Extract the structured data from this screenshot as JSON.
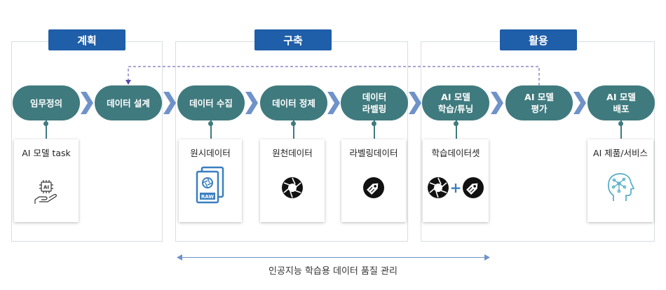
{
  "phases": [
    {
      "label": "계획"
    },
    {
      "label": "구축"
    },
    {
      "label": "활용"
    }
  ],
  "steps": [
    {
      "lines": [
        "임무정의"
      ]
    },
    {
      "lines": [
        "데이터 설계"
      ]
    },
    {
      "lines": [
        "데이터 수집"
      ]
    },
    {
      "lines": [
        "데이터 정제"
      ]
    },
    {
      "lines": [
        "데이터",
        "라벨링"
      ]
    },
    {
      "lines": [
        "AI 모델",
        "학습/튜닝"
      ]
    },
    {
      "lines": [
        "AI 모델",
        "평가"
      ]
    },
    {
      "lines": [
        "AI 모델",
        "배포"
      ]
    }
  ],
  "outputs": [
    {
      "label": "AI 모델 task",
      "icon": "ai-hand-chip-icon"
    },
    {
      "label": "원시데이터",
      "icon": "raw-file-icon",
      "badge": "RAW"
    },
    {
      "label": "원천데이터",
      "icon": "aperture-icon"
    },
    {
      "label": "라벨링데이터",
      "icon": "tag-icon"
    },
    {
      "label": "학습데이터셋",
      "icon": "aperture-plus-tag-icon",
      "operator": "+"
    },
    {
      "label": "AI 제품/서비스",
      "icon": "ai-head-icon"
    }
  ],
  "ai_chip_text": "AI",
  "footer": {
    "label": "인공지능 학습용 데이터 품질 관리"
  },
  "colors": {
    "phase_header": "#1f5ea8",
    "step_fill": "#3f7a7e",
    "chevron": "#6f93c9",
    "feedback_line": "#5a4aa8",
    "icon_blue": "#3a7fc0"
  }
}
